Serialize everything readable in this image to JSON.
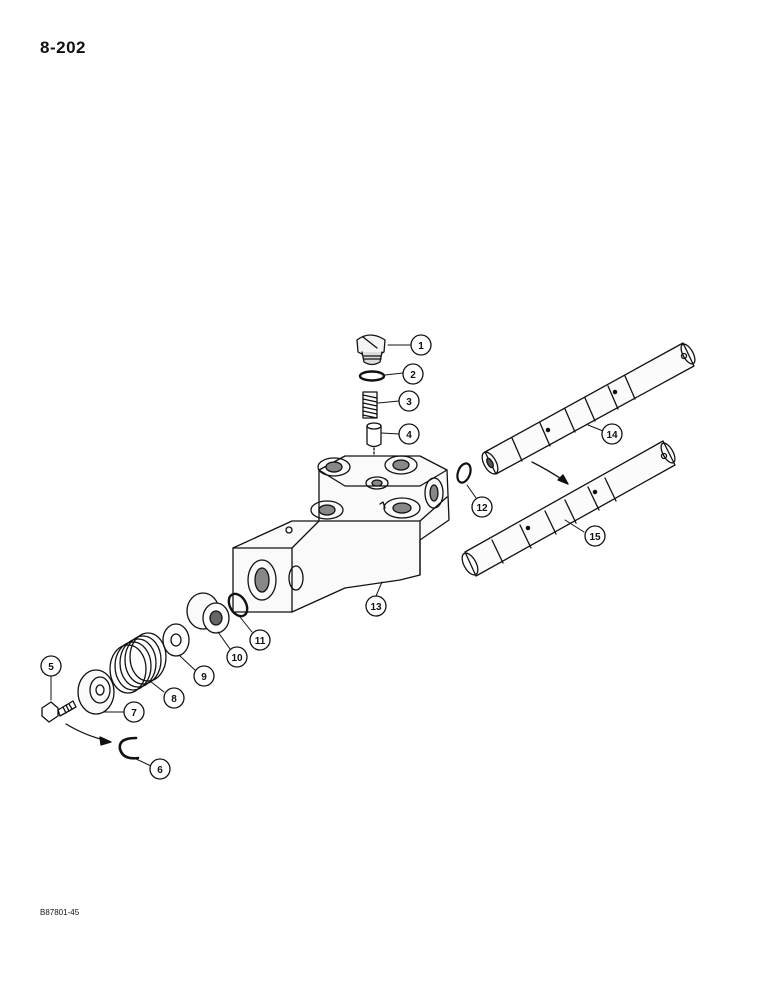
{
  "page": {
    "number": "8-202",
    "figure_code": "B87801-45"
  },
  "parts": [
    {
      "number": "1"
    },
    {
      "number": "2"
    },
    {
      "number": "3"
    },
    {
      "number": "4"
    },
    {
      "number": "5"
    },
    {
      "number": "6"
    },
    {
      "number": "7"
    },
    {
      "number": "8"
    },
    {
      "number": "9"
    },
    {
      "number": "10"
    },
    {
      "number": "11"
    },
    {
      "number": "12"
    },
    {
      "number": "13"
    },
    {
      "number": "14"
    },
    {
      "number": "15"
    }
  ],
  "colors": {
    "ink": "#111111",
    "paper": "#ffffff"
  }
}
